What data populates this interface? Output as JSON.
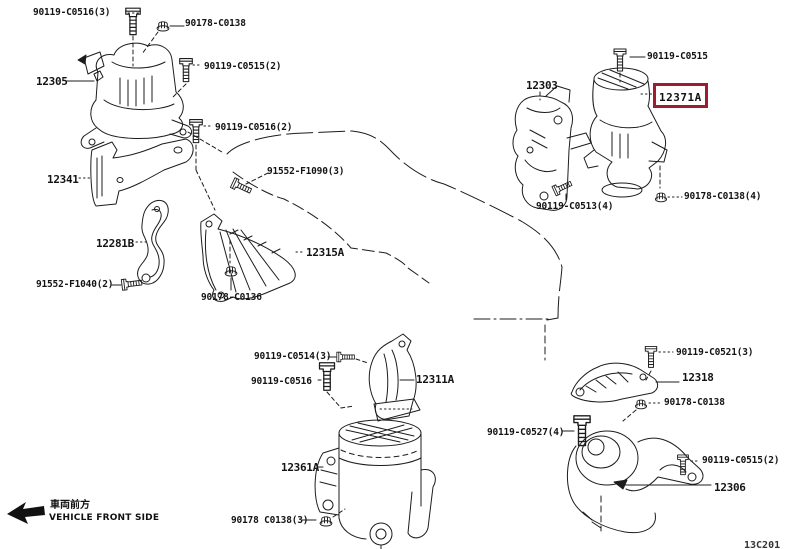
{
  "diagram": {
    "kind": "engine-mounting parts diagram",
    "highlight_color": "#9e1b32",
    "line_color": "#1c1c1c"
  },
  "labels": [
    {
      "text": "90119-C0516(3)"
    },
    {
      "text": "90178-C0138"
    },
    {
      "text": "12305"
    },
    {
      "text": "90119-C0515(2)"
    },
    {
      "text": "90119-C0516(2)"
    },
    {
      "text": "12341"
    },
    {
      "text": "91552-F1090(3)"
    },
    {
      "text": "12281B"
    },
    {
      "text": "12315A"
    },
    {
      "text": "91552-F1040(2)"
    },
    {
      "text": "90178-C0136"
    },
    {
      "text": "12303"
    },
    {
      "text": "90119-C0515"
    },
    {
      "text": "90119-C0513(4)"
    },
    {
      "text": "90178-C0138(4)"
    },
    {
      "text": "90119-C0514(3)"
    },
    {
      "text": "90119-C0516"
    },
    {
      "text": "12311A"
    },
    {
      "text": "12361A"
    },
    {
      "text": "90178 C0138(3)"
    },
    {
      "text": "90119-C0521(3)"
    },
    {
      "text": "12318"
    },
    {
      "text": "90178-C0138"
    },
    {
      "text": "90119-C0527(4)"
    },
    {
      "text": "90119-C0515(2)"
    },
    {
      "text": "12306"
    }
  ],
  "highlighted_part": {
    "text": "12371A"
  },
  "vehicle_front": {
    "jp": "車両前方",
    "en": "VEHICLE FRONT SIDE"
  },
  "corner_code": "13C201"
}
